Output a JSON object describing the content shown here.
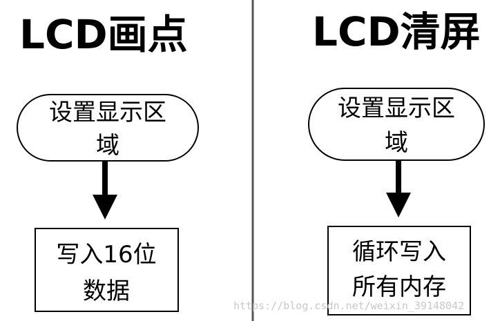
{
  "left": {
    "title": "LCD画点",
    "start": {
      "line1": "设置显示区",
      "line2": "域"
    },
    "step": {
      "line1": "写入16位",
      "line2": "数据"
    }
  },
  "right": {
    "title": "LCD清屏",
    "start": {
      "line1": "设置显示区",
      "line2": "域"
    },
    "step": {
      "line1": "循环写入",
      "line2": "所有内存"
    }
  },
  "watermark": "https://blog.csdn.net/weixin_39148042",
  "colors": {
    "ink": "#000000",
    "divider": "#555555",
    "watermark": "#c8c8c8"
  }
}
